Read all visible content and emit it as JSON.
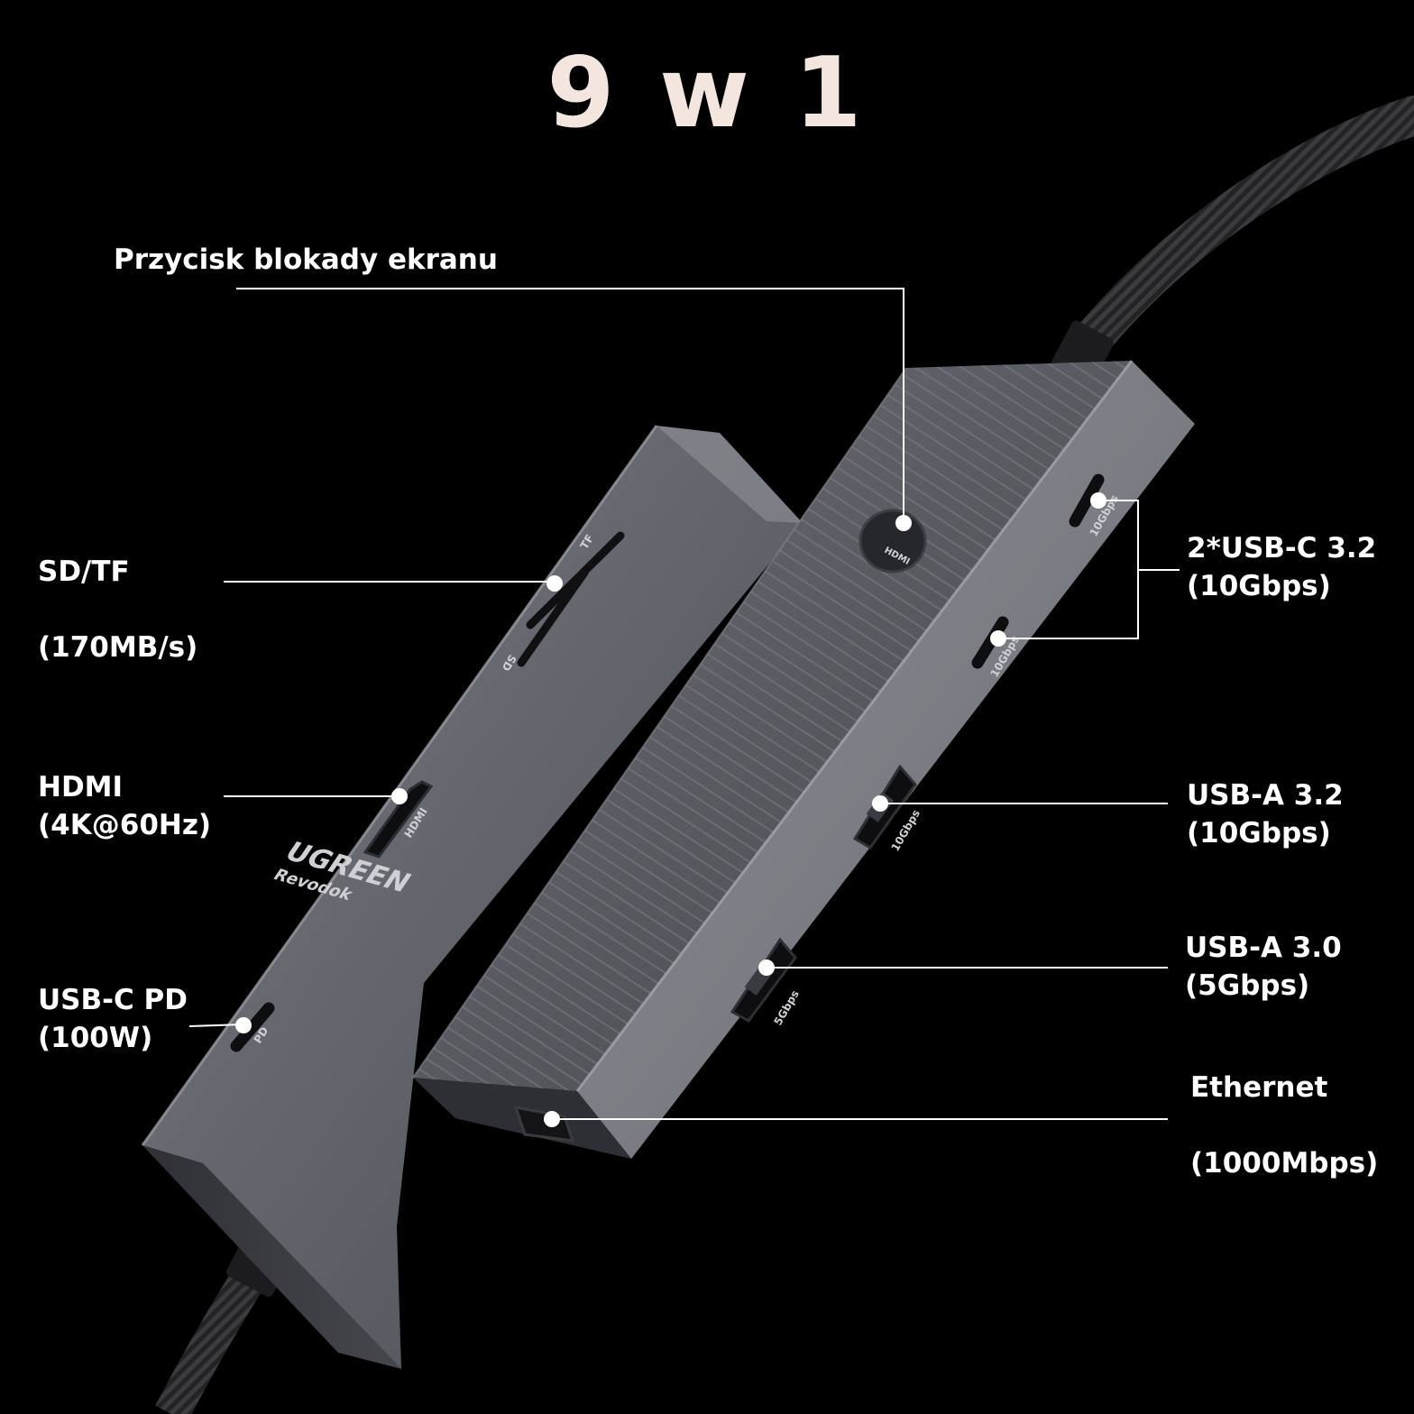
{
  "title": "9 w 1",
  "device": {
    "brand": "UGREEN",
    "model": "Revodok",
    "engravings": {
      "hdmi_button": "HDMI",
      "hdmi_port": "HDMI",
      "pd_port": "PD",
      "sd_slot": "SD",
      "tf_slot": "TF",
      "usbc_speed_1": "10Gbps",
      "usbc_speed_2": "10Gbps",
      "usba_32_speed": "10Gbps",
      "usba_30_speed": "5Gbps"
    }
  },
  "callouts": {
    "lock_button": {
      "line1": "Przycisk blokady ekranu"
    },
    "sd_tf": {
      "line1": "SD/TF",
      "line2": "(170MB/s)"
    },
    "hdmi": {
      "line1": "HDMI",
      "line2": "(4K@60Hz)"
    },
    "usbc_pd": {
      "line1": "USB-C PD",
      "line2": "(100W)"
    },
    "usbc_32": {
      "line1": "2*USB-C 3.2",
      "line2": "(10Gbps)"
    },
    "usba_32": {
      "line1": "USB-A 3.2",
      "line2": "(10Gbps)"
    },
    "usba_30": {
      "line1": "USB-A 3.0",
      "line2": "(5Gbps)"
    },
    "ethernet": {
      "line1": "Ethernet",
      "line2": "(1000Mbps)"
    }
  },
  "colors": {
    "background": "#000000",
    "title": "#F3E6DE",
    "label": "#FFFFFF",
    "leader_line": "#FFFFFF",
    "device_body": "#5d5f66",
    "device_top": "#6b6d74",
    "device_edge": "#8a8c93",
    "cable": "#2a2a2d"
  }
}
